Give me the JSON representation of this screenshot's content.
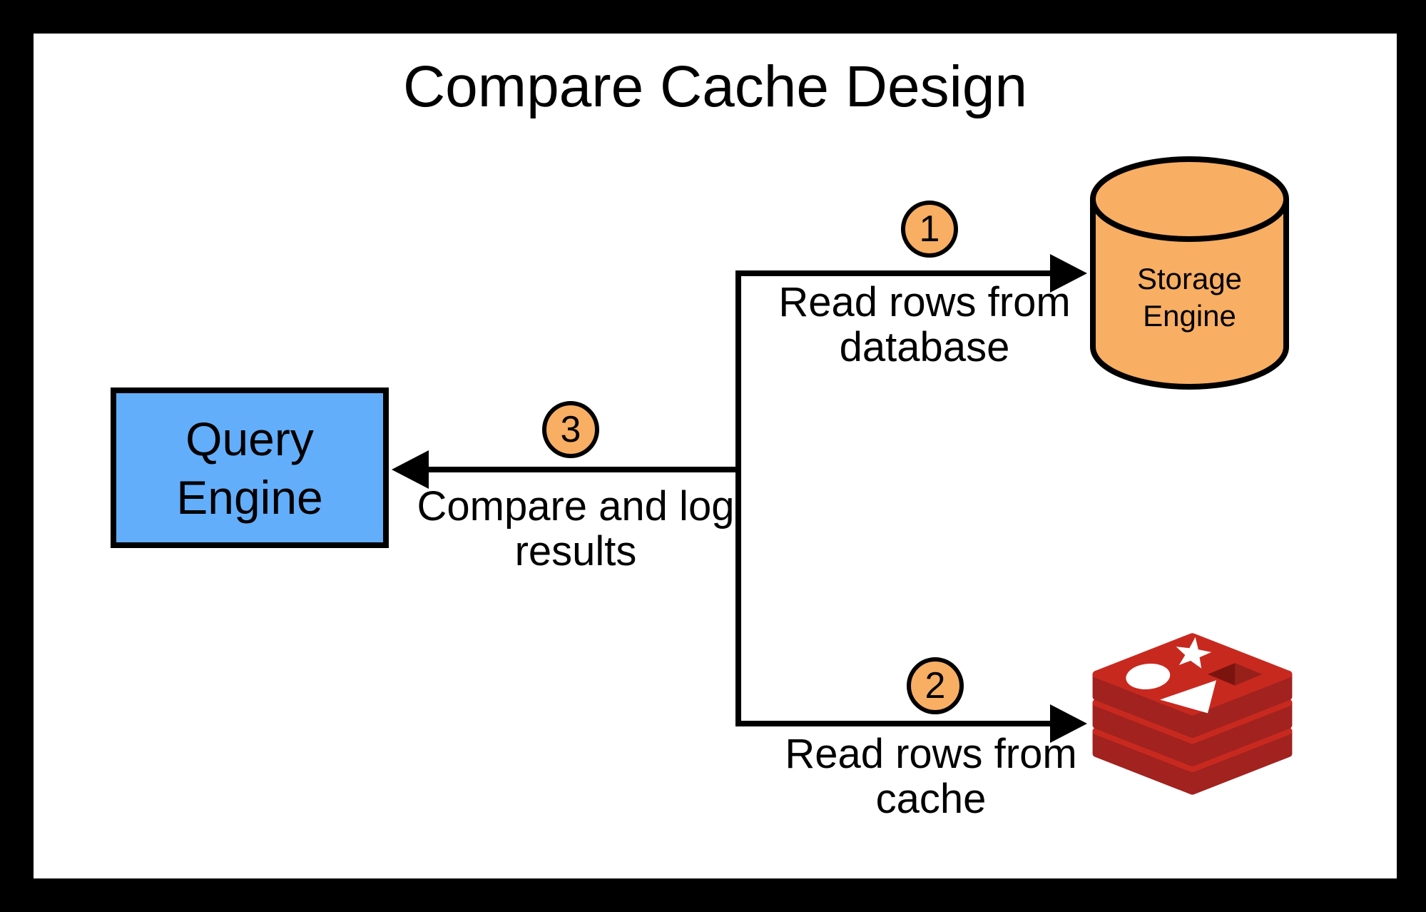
{
  "title": "Compare Cache Design",
  "colors": {
    "frame_bg": "#000000",
    "canvas_bg": "#FFFFFF",
    "edge_stroke": "#000000",
    "query_engine_fill": "#63AEFA",
    "storage_engine_fill": "#F8AE63",
    "badge_fill": "#F8AE63",
    "redis_primary": "#C8291F",
    "redis_shadow": "#A1221E",
    "redis_notch_dark": "#7B140E",
    "redis_notch_mid": "#97201A",
    "redis_shape_white": "#FFFFFF",
    "text": "#000000"
  },
  "nodes": {
    "query_engine": {
      "line1": "Query",
      "line2": "Engine"
    },
    "storage_engine": {
      "line1": "Storage",
      "line2": "Engine"
    },
    "redis": {
      "icon": "redis-logo"
    }
  },
  "edges": [
    {
      "step": "1",
      "label_line1": "Read rows from",
      "label_line2": "database"
    },
    {
      "step": "2",
      "label_line1": "Read rows from",
      "label_line2": "cache"
    },
    {
      "step": "3",
      "label_line1": "Compare and log",
      "label_line2": "results"
    }
  ]
}
